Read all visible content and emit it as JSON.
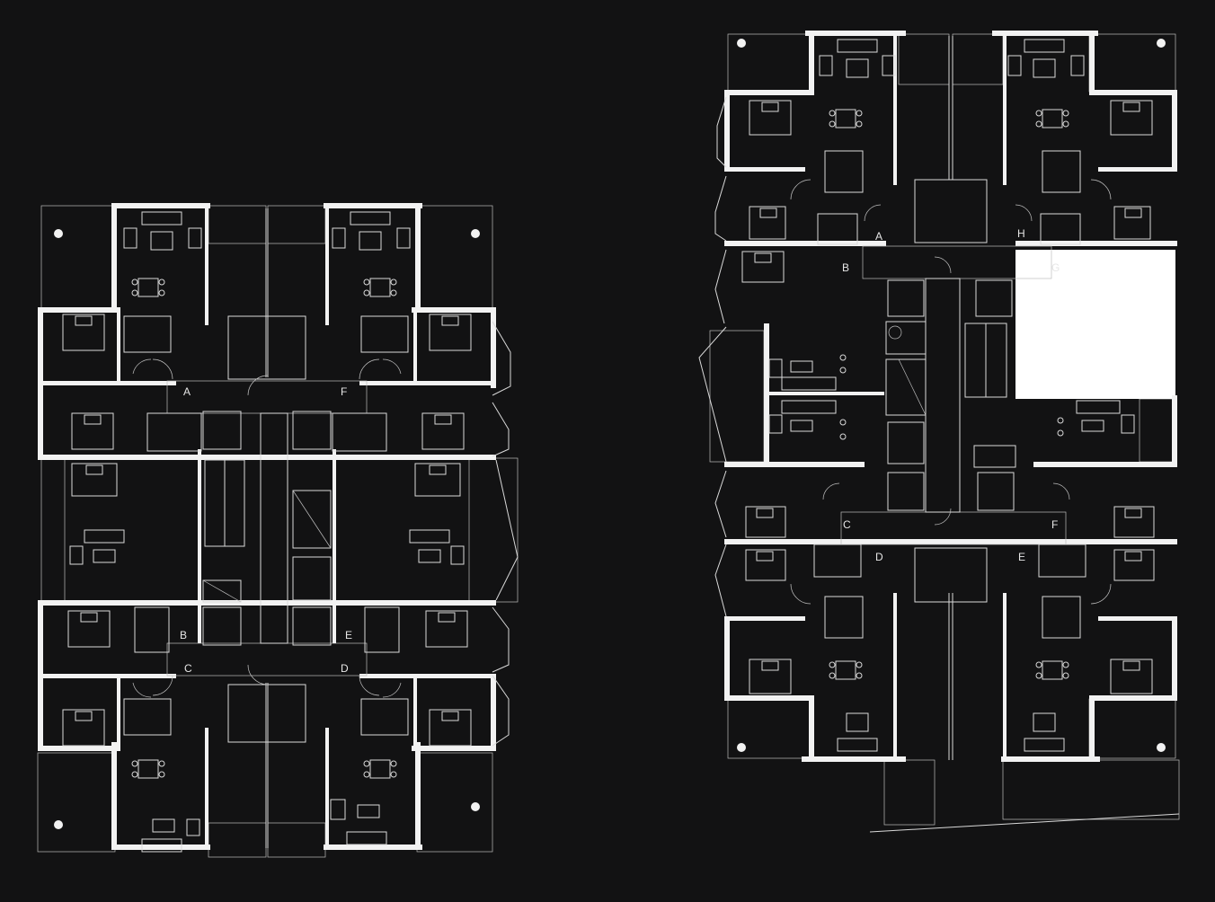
{
  "colors": {
    "background": "#121213",
    "wall": "#f2f2f2",
    "line": "#d9d9d9",
    "hatch": "#8d8d8d"
  },
  "plan_left": {
    "unit_labels": [
      "A",
      "F",
      "B",
      "E",
      "C",
      "D"
    ]
  },
  "plan_right": {
    "unit_labels": [
      "A",
      "H",
      "B",
      "G",
      "C",
      "F",
      "D",
      "E"
    ]
  }
}
